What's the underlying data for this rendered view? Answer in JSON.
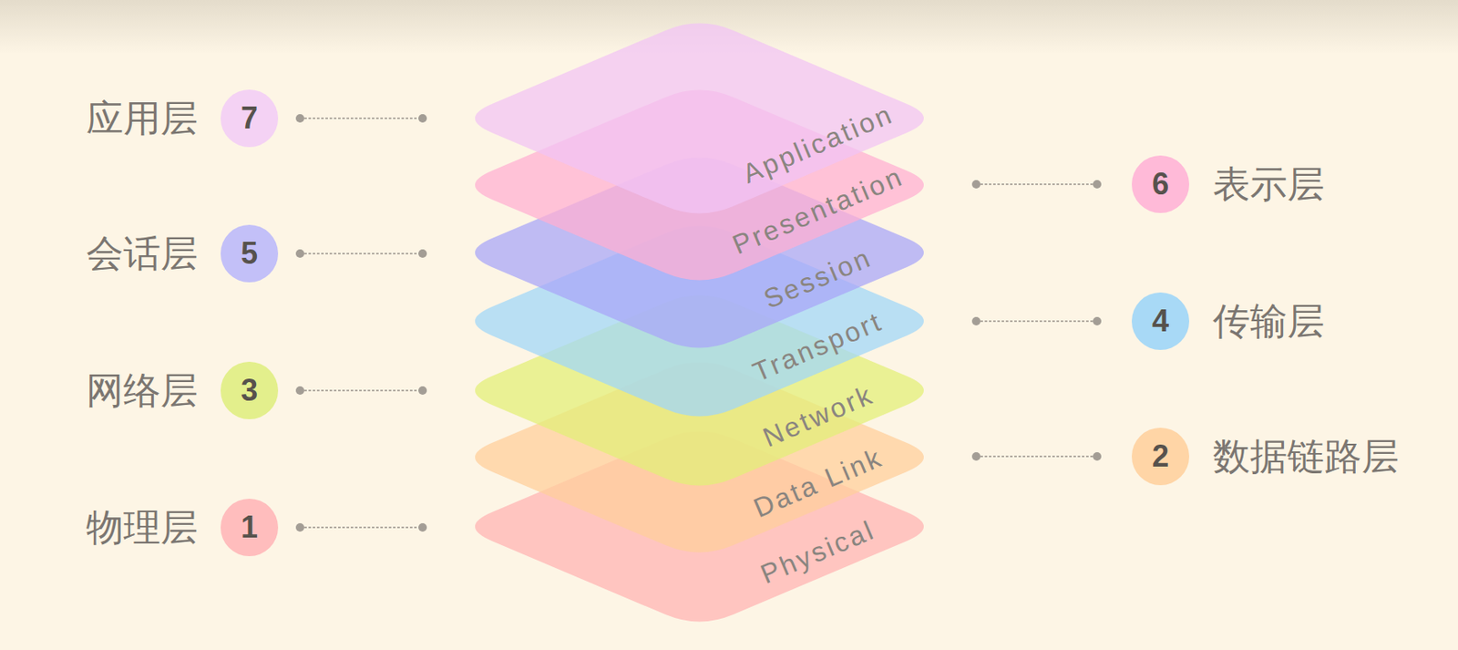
{
  "diagram": {
    "nodes": [
      {
        "text": [
          "Application"
        ]
      },
      {
        "text": [
          "Presentation"
        ]
      },
      {
        "text": [
          "Session"
        ]
      },
      {
        "text": [
          "Transport"
        ]
      },
      {
        "text": [
          "Network"
        ]
      },
      {
        "text": [
          "Data Link"
        ]
      },
      {
        "text": [
          "Physical"
        ]
      },
      {
        "text": [
          "7"
        ]
      },
      {
        "text": [
          "6"
        ]
      },
      {
        "text": [
          "5"
        ]
      },
      {
        "text": [
          "4"
        ]
      },
      {
        "text": [
          "3"
        ]
      },
      {
        "text": [
          "2"
        ]
      },
      {
        "text": [
          "1"
        ]
      }
    ],
    "edges": [
      {
        "from": 7,
        "to": 0,
        "arrow": "none"
      },
      {
        "from": 8,
        "to": 1,
        "arrow": "none"
      },
      {
        "from": 9,
        "to": 2,
        "arrow": "none"
      },
      {
        "from": 10,
        "to": 3,
        "arrow": "none"
      },
      {
        "from": 11,
        "to": 4,
        "arrow": "none"
      },
      {
        "from": 12,
        "to": 5,
        "arrow": "none"
      },
      {
        "from": 13,
        "to": 6,
        "arrow": "none"
      }
    ],
    "labels": [
      "应用层",
      "表示层",
      "会话层",
      "传输层",
      "网络层",
      "数据链路层",
      "物理层"
    ]
  }
}
